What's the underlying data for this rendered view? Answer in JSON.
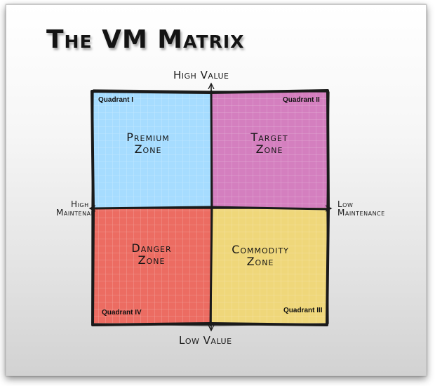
{
  "title": "The VM Matrix",
  "axes": {
    "top": "High Value",
    "bottom": "Low Value",
    "left": [
      "High",
      "Maintenance"
    ],
    "right": [
      "Low",
      "Maintenance"
    ]
  },
  "quadrants": [
    {
      "id": "q1",
      "tag": "Quadrant I",
      "zone": [
        "Premium",
        "Zone"
      ],
      "color": "#a6dcff"
    },
    {
      "id": "q2",
      "tag": "Quadrant II",
      "zone": [
        "Target",
        "Zone"
      ],
      "color": "#d47fbf"
    },
    {
      "id": "q3",
      "tag": "Quadrant III",
      "zone": [
        "Commodity",
        "Zone"
      ],
      "color": "#efd77a"
    },
    {
      "id": "q4",
      "tag": "Quadrant IV",
      "zone": [
        "Danger",
        "Zone"
      ],
      "color": "#ec6c62"
    }
  ],
  "colors": {
    "border": "#1a1a1a",
    "grid": "rgba(255,255,255,0.35)"
  }
}
